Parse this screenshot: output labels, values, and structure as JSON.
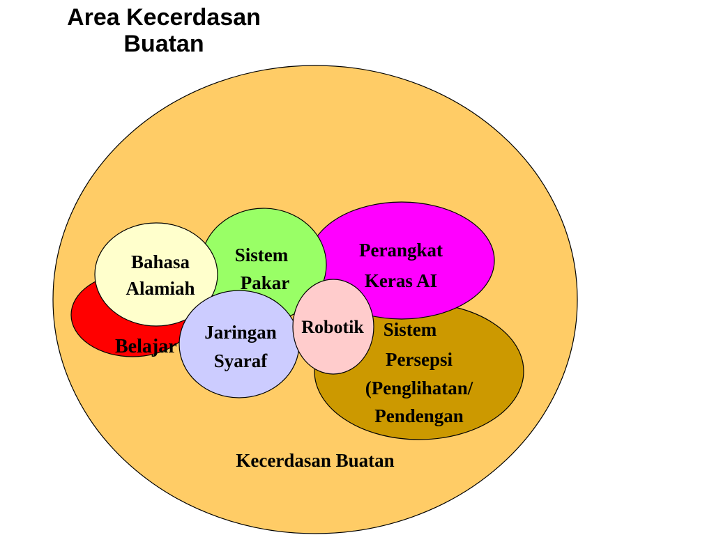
{
  "title": {
    "line1": "Area Kecerdasan",
    "line2": "Buatan"
  },
  "diagram": {
    "outer": {
      "label": "Kecerdasan Buatan",
      "color": "#FFCC66"
    },
    "areas": {
      "belajar": {
        "label": "Belajar",
        "color": "#FF0000"
      },
      "bahasa_alamiah": {
        "lines": [
          "Bahasa",
          "Alamiah"
        ],
        "color": "#FFFFCC"
      },
      "sistem_pakar": {
        "lines": [
          "Sistem",
          "Pakar"
        ],
        "color": "#99FF66"
      },
      "perangkat_keras_ai": {
        "lines": [
          "Perangkat",
          "Keras AI"
        ],
        "color": "#FF00FF"
      },
      "sistem_persepsi": {
        "lines": [
          "Sistem",
          "Persepsi",
          "(Penglihatan/",
          "Pendengan"
        ],
        "color": "#CC9900",
        "text_color": "#FFFFFF"
      },
      "jaringan_syaraf": {
        "lines": [
          "Jaringan",
          "Syaraf"
        ],
        "color": "#CCCCFF"
      },
      "robotik": {
        "label": "Robotik",
        "color": "#FFCCCC"
      }
    }
  }
}
